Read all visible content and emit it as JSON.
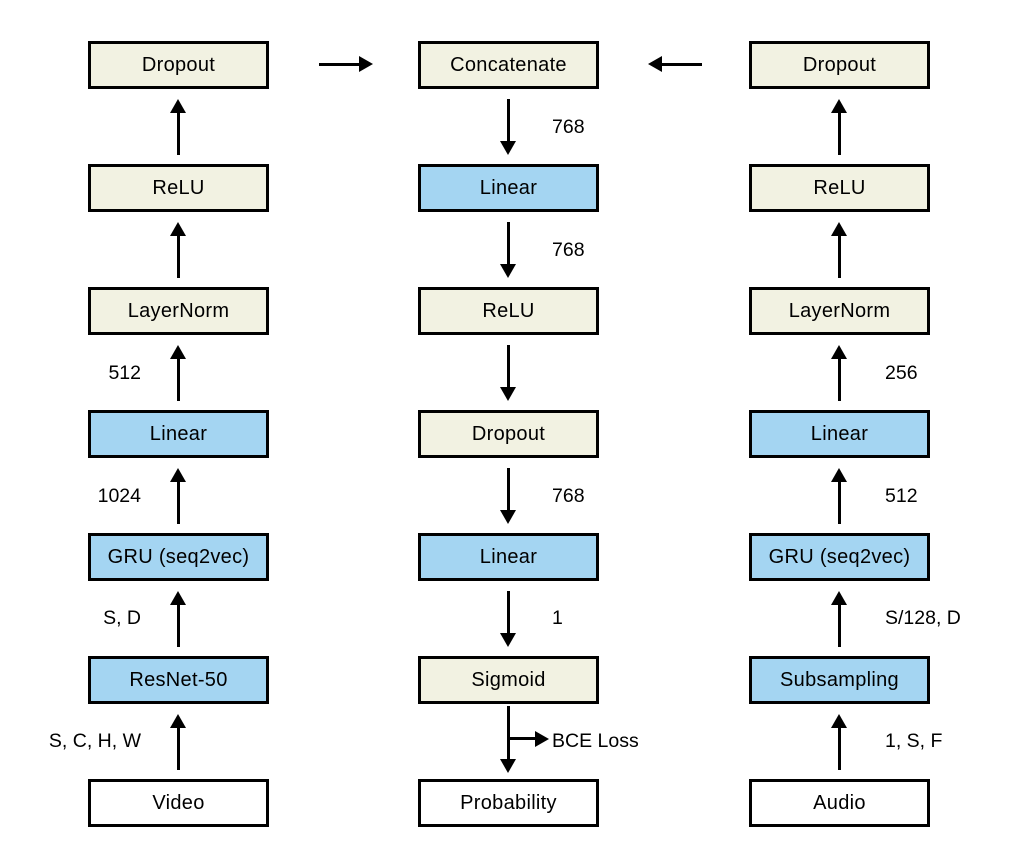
{
  "palette": {
    "background": "#ffffff",
    "box_cream": "#f2f2e2",
    "box_blue": "#a4d5f2",
    "box_white": "#ffffff",
    "line": "#000000",
    "text": "#000000"
  },
  "video_branch": {
    "nodes": [
      "Dropout",
      "ReLU",
      "LayerNorm",
      "Linear",
      "GRU (seq2vec)",
      "ResNet-50",
      "Video"
    ],
    "edge_labels": {
      "g2": "512",
      "g3": "1024",
      "g4": "S, D",
      "g5": "S, C, H, W"
    }
  },
  "fusion_branch": {
    "nodes": [
      "Concatenate",
      "Linear",
      "ReLU",
      "Dropout",
      "Linear",
      "Sigmoid",
      "Probability"
    ],
    "edge_labels": {
      "g0": "768",
      "g1": "768",
      "g3": "768",
      "g4": "1",
      "loss": "BCE Loss"
    }
  },
  "audio_branch": {
    "nodes": [
      "Dropout",
      "ReLU",
      "LayerNorm",
      "Linear",
      "GRU (seq2vec)",
      "Subsampling",
      "Audio"
    ],
    "edge_labels": {
      "g2": "256",
      "g3": "512",
      "g4": "S/128, D",
      "g5": "1, S, F"
    }
  }
}
